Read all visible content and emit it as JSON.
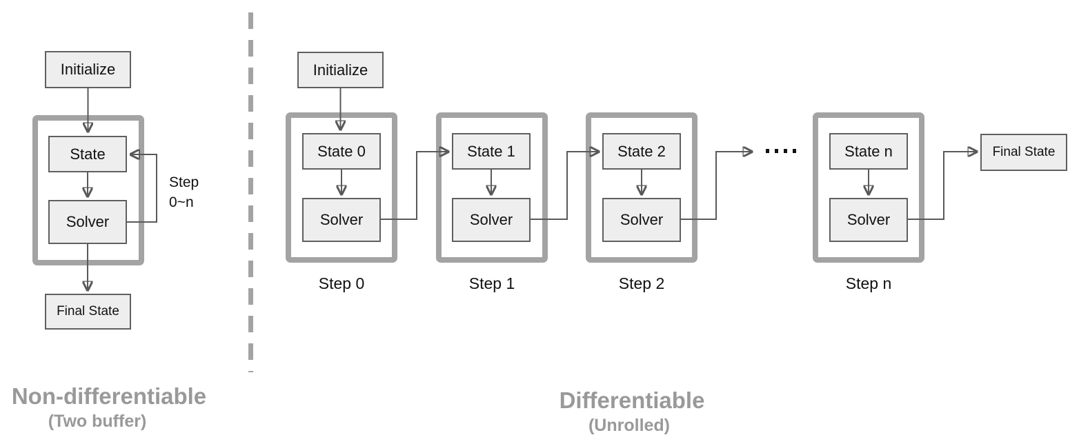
{
  "diagram": {
    "left": {
      "initialize": "Initialize",
      "state": "State",
      "solver": "Solver",
      "loop_label_line1": "Step",
      "loop_label_line2": "0~n",
      "final_state": "Final State",
      "caption": "Non-differentiable",
      "subcaption": "(Two buffer)"
    },
    "right": {
      "initialize": "Initialize",
      "steps": [
        {
          "state": "State 0",
          "solver": "Solver",
          "label": "Step 0"
        },
        {
          "state": "State 1",
          "solver": "Solver",
          "label": "Step 1"
        },
        {
          "state": "State 2",
          "solver": "Solver",
          "label": "Step 2"
        },
        {
          "state": "State n",
          "solver": "Solver",
          "label": "Step n"
        }
      ],
      "final_state": "Final State",
      "caption": "Differentiable",
      "subcaption": "(Unrolled)"
    },
    "colors": {
      "box_fill": "#eeeeee",
      "box_border": "#5f5f5f",
      "container_border": "#a3a3a3",
      "arrow": "#595959",
      "caption_gray": "#999999",
      "text": "#111111"
    }
  }
}
